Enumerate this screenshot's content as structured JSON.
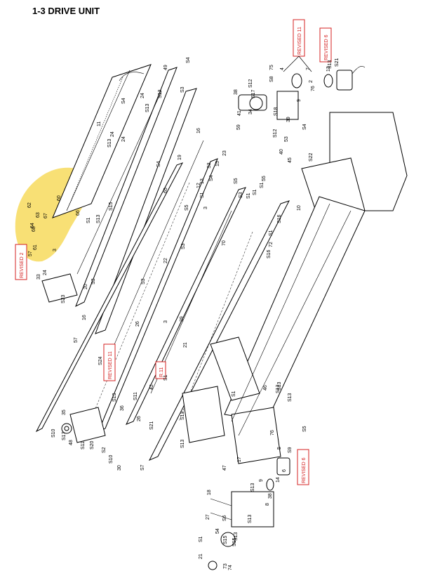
{
  "page": {
    "title": "1-3 DRIVE UNIT"
  },
  "highlight_color": "#f5d547",
  "revision_color": "#d42020",
  "revision_marks": [
    {
      "text": "REVISED 11"
    },
    {
      "text": "REVISED 6"
    },
    {
      "text": "REVISED 2"
    },
    {
      "text": "REVISED 11"
    },
    {
      "text": "R.11"
    },
    {
      "text": "REVISED 6"
    }
  ],
  "callouts": [
    "49",
    "S3",
    "S4",
    "S13",
    "S4",
    "S13",
    "S13",
    "16",
    "24",
    "24",
    "11",
    "24",
    "S4",
    "19",
    "S3",
    "22",
    "13",
    "23",
    "15",
    "S4",
    "S1",
    "S5",
    "3",
    "12",
    "S1",
    "S1",
    "S3",
    "55",
    "S15",
    "65",
    "60",
    "68",
    "62",
    "67",
    "64",
    "66",
    "61",
    "63",
    "3",
    "57",
    "S1",
    "S13",
    "20",
    "S23",
    "33",
    "24",
    "S10",
    "S17",
    "48",
    "35",
    "S11",
    "S20",
    "S2",
    "S10",
    "S13",
    "30",
    "S7",
    "S13",
    "42",
    "S11",
    "36",
    "S21",
    "S1",
    "21",
    "26",
    "S16",
    "16",
    "70",
    "72",
    "10",
    "S1",
    "S16",
    "S1",
    "S5",
    "S13",
    "29",
    "3",
    "26",
    "S3",
    "S3",
    "S3",
    "57",
    "S24",
    "S17",
    "38",
    "41",
    "S12",
    "34",
    "59",
    "S18",
    "39",
    "S4",
    "S22",
    "53",
    "40",
    "45",
    "9",
    "S12",
    "7",
    "13",
    "76",
    "4",
    "75",
    "S8",
    "S13",
    "S21",
    "2",
    "8",
    "47",
    "17",
    "S13",
    "18",
    "27",
    "54",
    "S6",
    "S15",
    "21",
    "S13",
    "73",
    "S1",
    "74",
    "S15",
    "S13",
    "S9",
    "5",
    "6",
    "14",
    "9",
    "38",
    "76",
    "S5",
    "S13",
    "S1",
    "S13",
    "46",
    "S13"
  ]
}
